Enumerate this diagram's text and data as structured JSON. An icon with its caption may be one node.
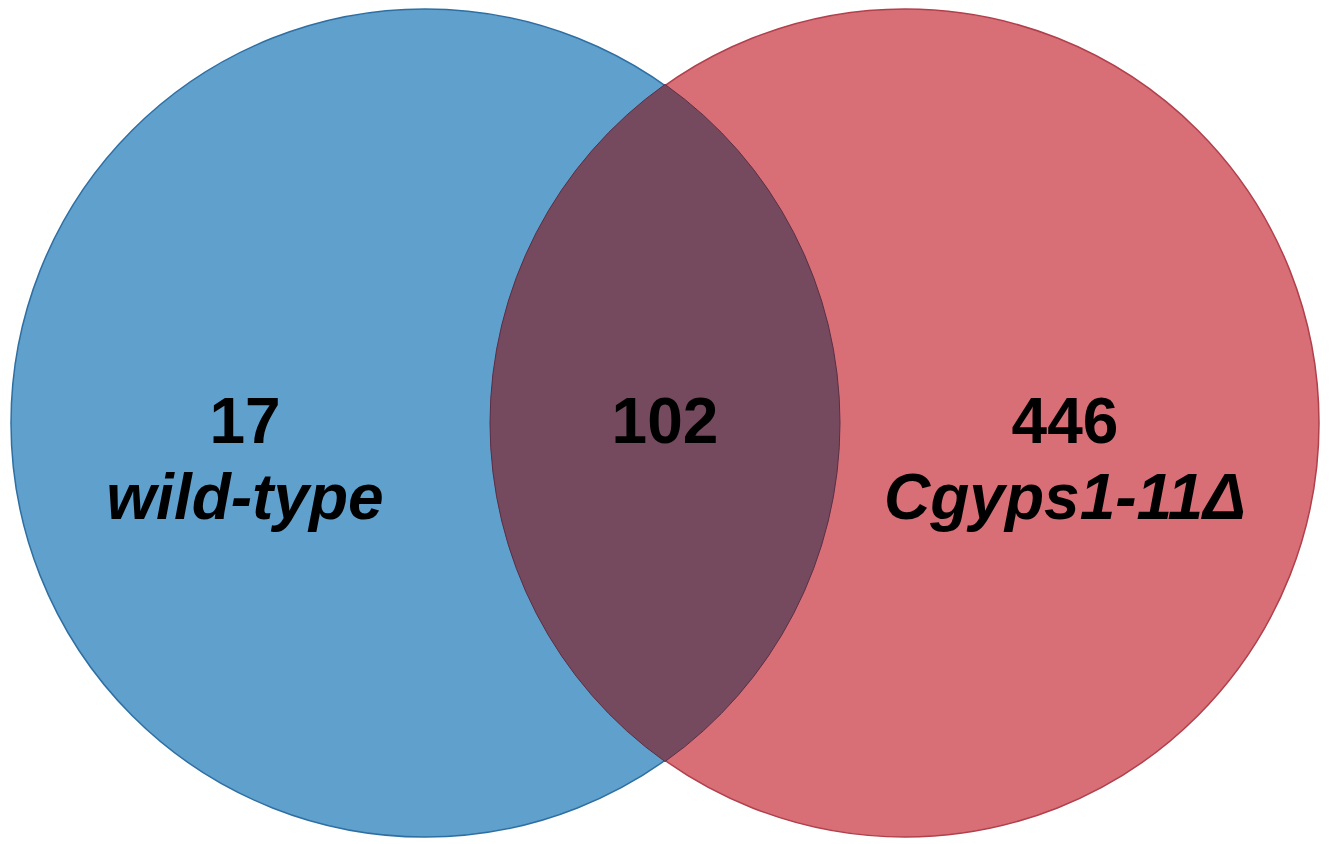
{
  "diagram": {
    "nodes": [
      {
        "text": [
          "17",
          "wild-type"
        ]
      },
      {
        "text": [
          "446",
          "Cgyps1-11Δ"
        ]
      }
    ],
    "edges": [],
    "labels": [
      "102"
    ]
  }
}
